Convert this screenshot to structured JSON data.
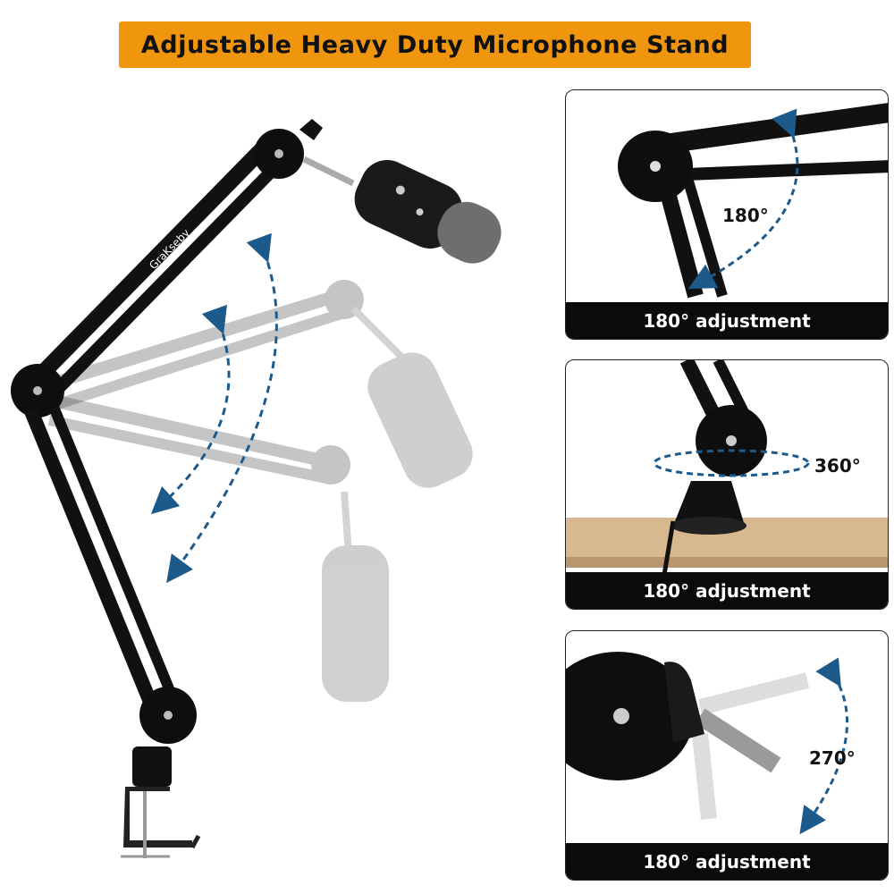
{
  "banner": {
    "title": "Adjustable Heavy Duty Microphone Stand"
  },
  "main": {
    "brand": "GraKseby"
  },
  "panels": [
    {
      "angle": "180°",
      "caption": "180° adjustment"
    },
    {
      "angle": "360°",
      "caption": "180° adjustment"
    },
    {
      "angle": "270°",
      "caption": "180° adjustment"
    }
  ],
  "colors": {
    "banner": "#f0960e",
    "arrow": "#1d5a8c",
    "caption_bg": "#0b0b0b"
  }
}
